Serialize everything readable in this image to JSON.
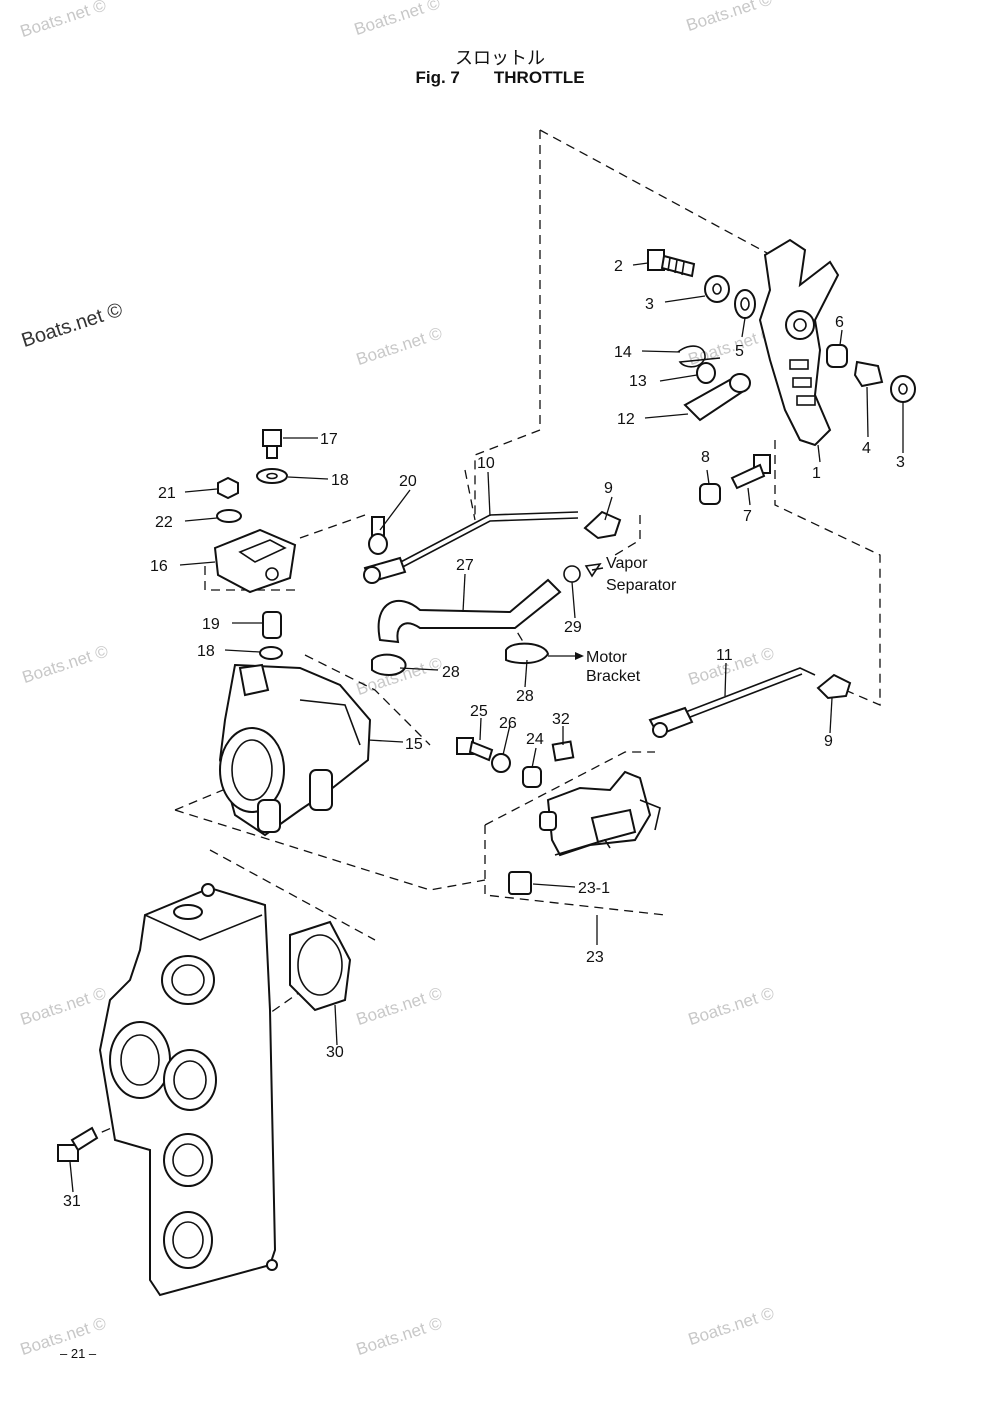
{
  "header": {
    "title_jp": "スロットル",
    "fig_label": "Fig. 7",
    "fig_title": "THROTTLE"
  },
  "watermarks": {
    "main": "Boats.net ©",
    "faint": "Boats.net ©"
  },
  "callouts": {
    "p1": "1",
    "p2": "2",
    "p3a": "3",
    "p3b": "3",
    "p4": "4",
    "p5": "5",
    "p6": "6",
    "p7": "7",
    "p8": "8",
    "p9a": "9",
    "p9b": "9",
    "p10": "10",
    "p11": "11",
    "p12": "12",
    "p13": "13",
    "p14": "14",
    "p15": "15",
    "p16": "16",
    "p17": "17",
    "p18a": "18",
    "p18b": "18",
    "p19": "19",
    "p20": "20",
    "p21": "21",
    "p22": "22",
    "p23": "23",
    "p23_1": "23-1",
    "p24": "24",
    "p25": "25",
    "p26": "26",
    "p27": "27",
    "p28a": "28",
    "p28b": "28",
    "p29": "29",
    "p30": "30",
    "p31": "31",
    "p32": "32"
  },
  "notes": {
    "vapor_line1": "Vapor",
    "vapor_line2": "Separator",
    "motor_line1": "Motor",
    "motor_line2": "Bracket"
  },
  "footer": {
    "page": "– 21 –"
  }
}
